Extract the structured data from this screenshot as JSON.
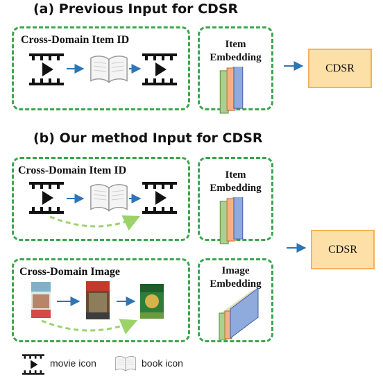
{
  "section_a": {
    "title": "(a) Previous Input for CDSR",
    "id_box_title": "Cross-Domain Item ID",
    "emb_title_1": "Item",
    "emb_title_2": "Embedding",
    "cdsr_label": "CDSR"
  },
  "section_b": {
    "title": "(b) Our method Input for CDSR",
    "id_box_title": "Cross-Domain Item ID",
    "item_emb_title_1": "Item",
    "item_emb_title_2": "Embedding",
    "img_box_title": "Cross-Domain Image",
    "img_emb_title_1": "Image",
    "img_emb_title_2": "Embedding",
    "cdsr_label": "CDSR"
  },
  "legend": {
    "movie": "movie icon",
    "book": "book icon"
  },
  "colors": {
    "dashed_green": "#3aa64c",
    "arrow_blue": "#2e75b6",
    "cdsr_fill": "#fde0a8",
    "cdsr_border": "#f3b25a",
    "emb_green": "#a9d18e",
    "emb_orange": "#f4b183",
    "emb_blue": "#8faadc"
  },
  "icons": [
    "movie-icon",
    "book-icon",
    "poster-image"
  ]
}
